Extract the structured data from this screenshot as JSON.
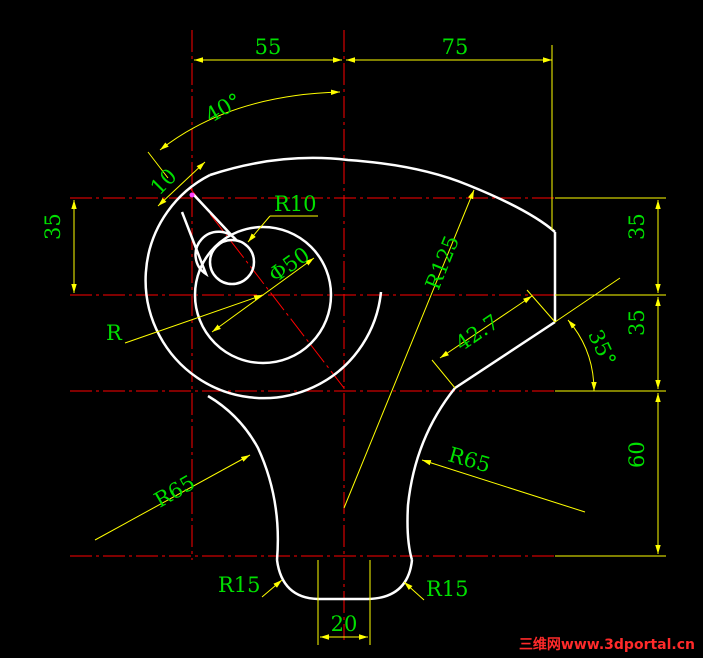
{
  "drawing": {
    "dimensions": {
      "top_left_width": "55",
      "top_right_width": "75",
      "angle_top": "40°",
      "slot_offset": "10",
      "slot_radius": "R10",
      "bore_diameter": "Φ50",
      "outer_radius": "R",
      "arc_radius_large": "R125",
      "chamfer_length": "42.7",
      "angle_right": "35°",
      "left_vertical": "35",
      "right_vertical_1": "35",
      "right_vertical_2": "35",
      "right_vertical_3": "60",
      "blend_left": "R65",
      "blend_right": "R65",
      "fillet_left": "R15",
      "fillet_right": "R15",
      "bottom_width": "20"
    },
    "colors": {
      "background": "#000000",
      "outline": "#ffffff",
      "centerline": "#ff0000",
      "dimension_line": "#ffff00",
      "dimension_text": "#00e000"
    }
  },
  "watermark": {
    "text": "三维网www.3dportal.cn"
  }
}
